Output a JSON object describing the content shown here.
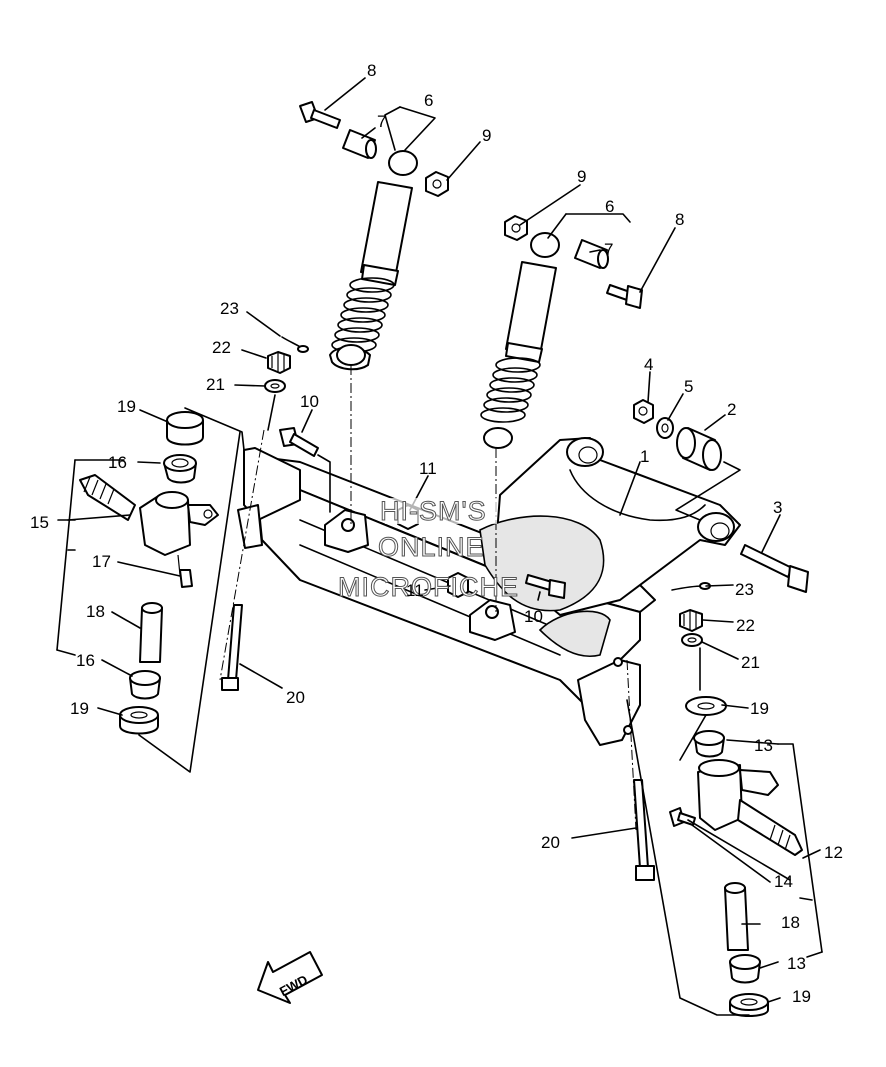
{
  "labels": {
    "l1": "1",
    "l2": "2",
    "l3": "3",
    "l4": "4",
    "l5": "5",
    "l6a": "6",
    "l6b": "6",
    "l7a": "7",
    "l7b": "7",
    "l8a": "8",
    "l8b": "8",
    "l9a": "9",
    "l9b": "9",
    "l10a": "10",
    "l10b": "10",
    "l11a": "11",
    "l11b": "11",
    "l12": "12",
    "l13a": "13",
    "l13b": "13",
    "l14": "14",
    "l15": "15",
    "l16a": "16",
    "l16b": "16",
    "l17": "17",
    "l18a": "18",
    "l18b": "18",
    "l19a": "19",
    "l19b": "19",
    "l19c": "19",
    "l19d": "19",
    "l20a": "20",
    "l20b": "20",
    "l21a": "21",
    "l21b": "21",
    "l22a": "22",
    "l22b": "22",
    "l23a": "23",
    "l23b": "23"
  },
  "watermark": {
    "line1": "HI-SM'S",
    "line2": "ONLINE",
    "line3": "MICROFICHE"
  },
  "fwd_label": "FWD"
}
